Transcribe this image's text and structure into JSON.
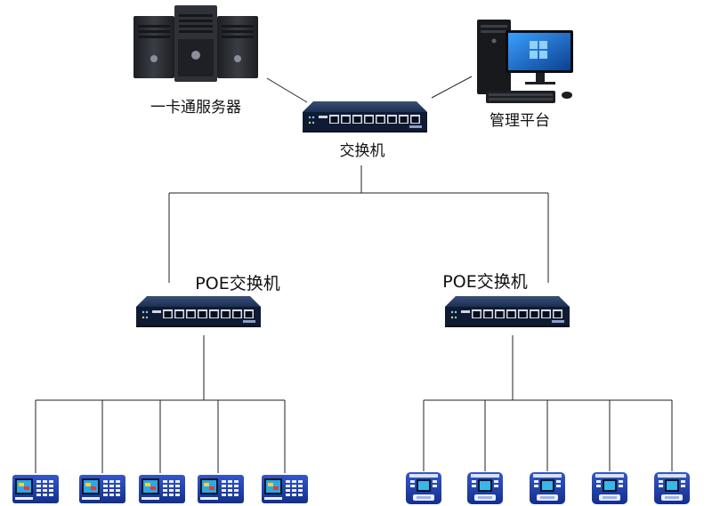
{
  "labels": {
    "server": "一卡通服务器",
    "core_switch": "交换机",
    "platform": "管理平台",
    "poe_left": "POE交换机",
    "poe_right": "POE交换机"
  },
  "colors": {
    "switch_body": "#1b2e52",
    "switch_face": "#0f1b33",
    "port": "#0a0f1c",
    "server_body": "#2a2d33",
    "monitor_screen": "#1f6ec2",
    "terminal_blue": "#1a3fb0",
    "terminal_light": "#2f55c8",
    "wire": "#222222"
  },
  "icons": {
    "servers": "server-tower-icon",
    "switch": "network-switch-icon",
    "computer": "desktop-computer-icon",
    "terminal_left": "card-reader-terminal-icon",
    "terminal_right": "attendance-terminal-icon"
  },
  "device_groups": {
    "left": {
      "count": 5
    },
    "right": {
      "count": 5
    }
  }
}
